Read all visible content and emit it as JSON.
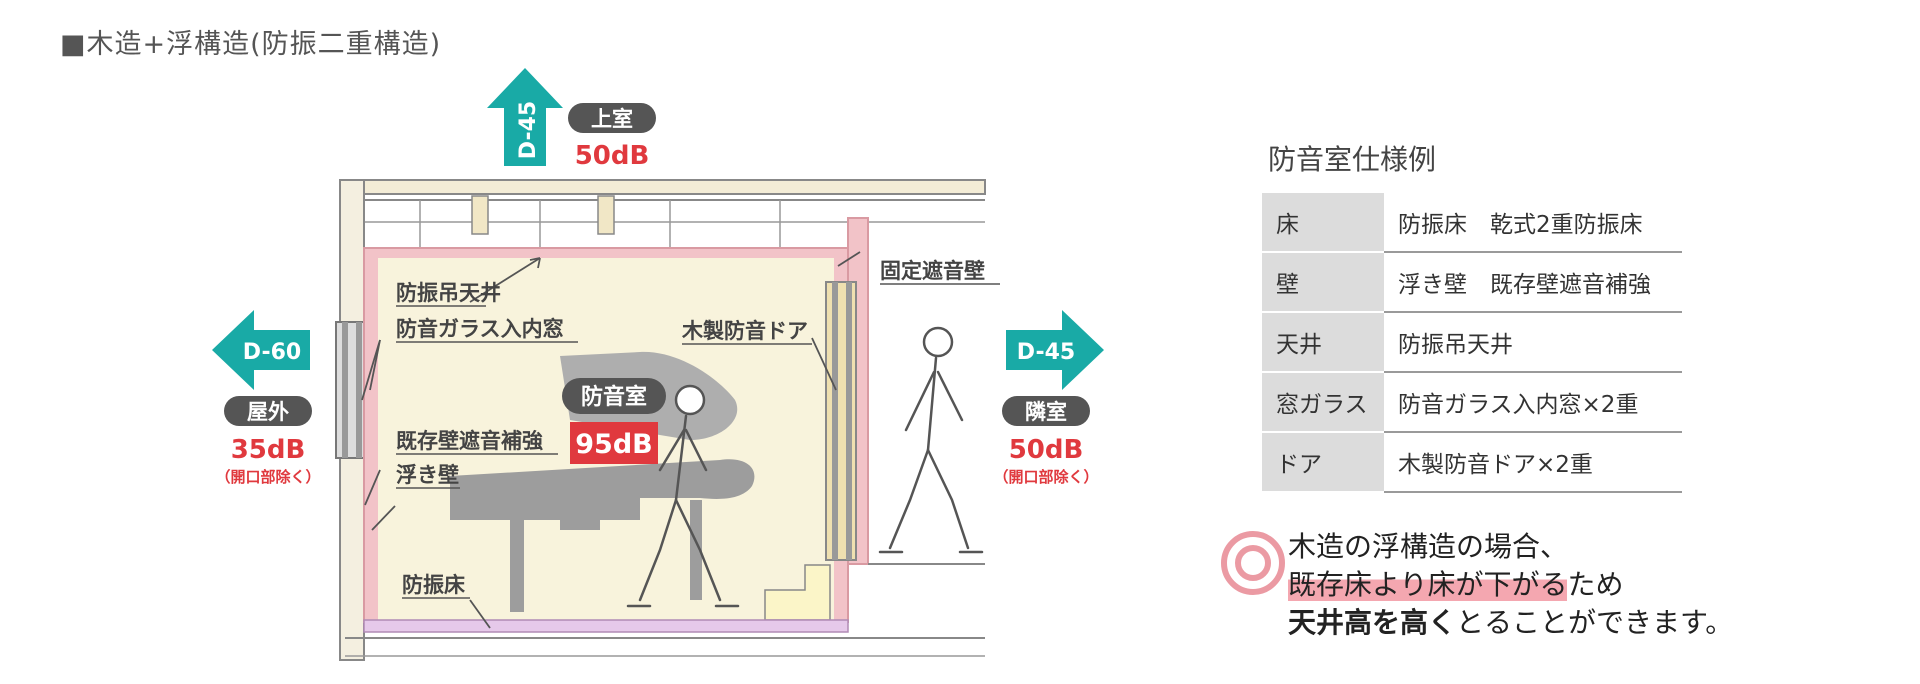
{
  "title": "■木造+浮構造(防振二重構造)",
  "diagram": {
    "upper": {
      "badge": "D-45",
      "room": "上室",
      "db": "50dB"
    },
    "left": {
      "badge": "D-60",
      "room": "屋外",
      "db": "35dB",
      "note": "（開口部除く）"
    },
    "right": {
      "badge": "D-45",
      "room": "隣室",
      "db": "50dB",
      "note": "（開口部除く）"
    },
    "center": {
      "room": "防音室",
      "db": "95dB"
    },
    "labels": {
      "ceiling": "防振吊天井",
      "window": "防音ガラス入内窓",
      "fixed_wall": "固定遮音壁",
      "door": "木製防音ドア",
      "wall_reinforce": "既存壁遮音補強",
      "float_wall": "浮き壁",
      "floor": "防振床"
    }
  },
  "spec": {
    "title": "防音室仕様例",
    "rows": [
      {
        "key": "床",
        "value": "防振床　乾式2重防振床"
      },
      {
        "key": "壁",
        "value": "浮き壁　既存壁遮音補強"
      },
      {
        "key": "天井",
        "value": "防振吊天井"
      },
      {
        "key": "窓ガラス",
        "value": "防音ガラス入内窓×2重"
      },
      {
        "key": "ドア",
        "value": "木製防音ドア×2重"
      }
    ]
  },
  "note": {
    "line1": "木造の浮構造の場合、",
    "line2_highlight": "既存床より床が下がる",
    "line2_rest": "ため",
    "line3_bold": "天井高を高く",
    "line3_rest": "とることができます。"
  },
  "colors": {
    "teal": "#19aaa6",
    "red": "#e0393e",
    "pink": "#f2c3c8",
    "cream": "#f8f3dc",
    "dark_badge": "#555555"
  }
}
